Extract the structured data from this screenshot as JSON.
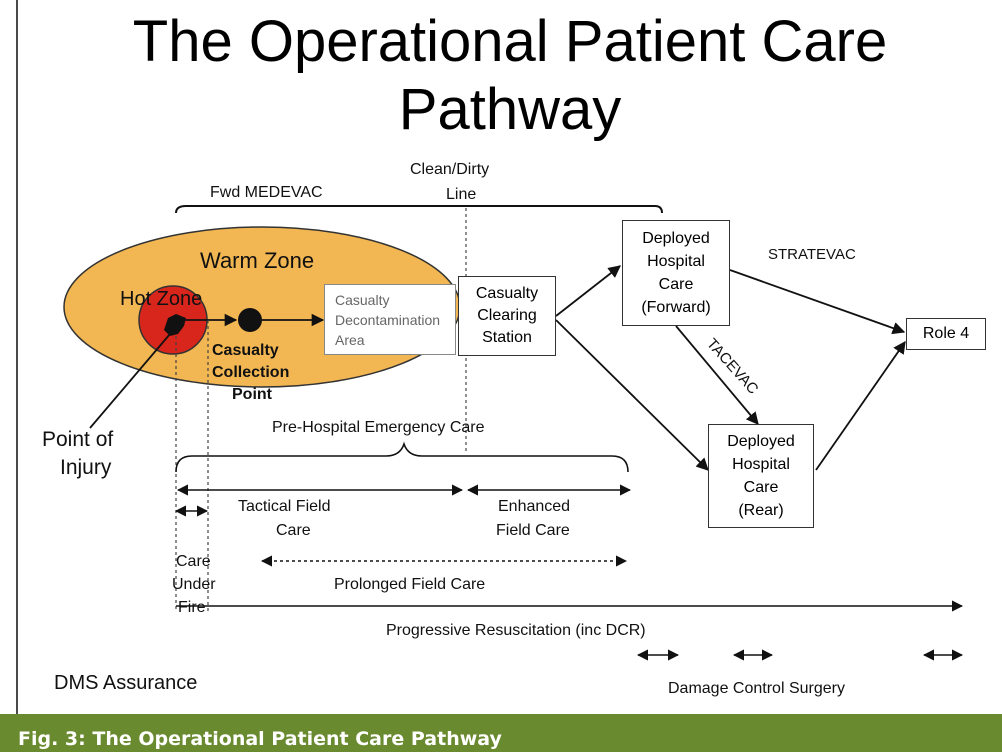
{
  "title_line1": "The Operational Patient Care",
  "title_line2": "Pathway",
  "labels": {
    "fwd_medevac": "Fwd MEDEVAC",
    "clean_dirty_1": "Clean/Dirty",
    "clean_dirty_2": "Line",
    "warm_zone": "Warm Zone",
    "hot_zone": "Hot Zone",
    "ccp_1": "Casualty",
    "ccp_2": "Collection",
    "ccp_3": "Point",
    "poi_1": "Point of",
    "poi_2": "Injury",
    "pre_hospital": "Pre-Hospital Emergency Care",
    "tactical_1": "Tactical Field",
    "tactical_2": "Care",
    "enhanced_1": "Enhanced",
    "enhanced_2": "Field Care",
    "cuf_1": "Care",
    "cuf_2": "Under",
    "cuf_3": "Fire",
    "prolonged": "Prolonged Field Care",
    "progressive": "Progressive Resuscitation (inc DCR)",
    "dms": "DMS Assurance",
    "dcs": "Damage Control Surgery",
    "stratevac": "STRATEVAC",
    "tacevac": "TACEVAC"
  },
  "boxes": {
    "decon": [
      "Casualty",
      "Decontamination",
      "Area"
    ],
    "ccs": [
      "Casualty",
      "Clearing",
      "Station"
    ],
    "dhc_fwd": [
      "Deployed",
      "Hospital",
      "Care",
      "(Forward)"
    ],
    "dhc_rear": [
      "Deployed",
      "Hospital",
      "Care",
      "(Rear)"
    ],
    "role4": "Role 4"
  },
  "colors": {
    "warm_zone": "#f2b752",
    "hot_zone": "#d9261c",
    "caption_bar": "#6a8a30"
  },
  "caption": "Fig. 3: The Operational Patient Care Pathway"
}
